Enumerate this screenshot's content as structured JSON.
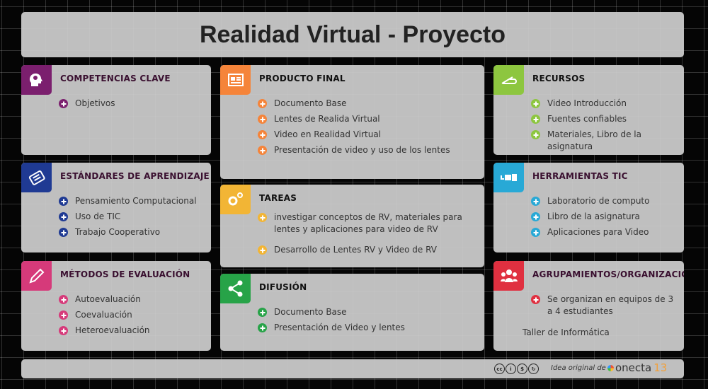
{
  "title": "Realidad Virtual - Proyecto",
  "cards": [
    {
      "id": "competencias-clave",
      "title": "COMPETENCIAS CLAVE",
      "color": "#7b1f6e",
      "icon": "head-gear-icon",
      "items": [
        "Objetivos"
      ]
    },
    {
      "id": "estandares",
      "title": "ESTÁNDARES DE APRENDIZAJE",
      "color": "#1f3a93",
      "icon": "ticket-icon",
      "items": [
        "Pensamiento Computacional",
        "Uso de TIC",
        "Trabajo Cooperativo"
      ]
    },
    {
      "id": "metodos-evaluacion",
      "title": "MÉTODOS DE EVALUACIÓN",
      "color": "#d63a7a",
      "icon": "pencil-icon",
      "items": [
        "Autoevaluación",
        "Coevaluación",
        "Heteroevaluación"
      ]
    },
    {
      "id": "producto-final",
      "title": "PRODUCTO FINAL",
      "color": "#f5843a",
      "icon": "newspaper-icon",
      "items": [
        "Documento Base",
        "Lentes de Realida Virtual",
        "Video en Realidad Virtual",
        "Presentación de video y uso de los lentes"
      ]
    },
    {
      "id": "tareas",
      "title": "TAREAS",
      "color": "#f2b535",
      "icon": "gears-icon",
      "items": [
        "investigar conceptos de RV, materiales para lentes y aplicaciones para video de RV",
        "Desarrollo de Lentes RV y Video de RV"
      ]
    },
    {
      "id": "difusion",
      "title": "DIFUSIÓN",
      "color": "#27a348",
      "icon": "share-icon",
      "items": [
        "Documento Base",
        "Presentación de Video y lentes"
      ]
    },
    {
      "id": "recursos",
      "title": "RECURSOS",
      "color": "#8dc63f",
      "icon": "safety-pin-icon",
      "items": [
        "Video Introducción",
        "Fuentes confiables",
        "Materiales, Libro de la asignatura"
      ]
    },
    {
      "id": "herramientas-tic",
      "title": "HERRAMIENTAS TIC",
      "color": "#28a9d6",
      "icon": "usb-icon",
      "items": [
        "Laboratorio de computo",
        "Libro de la asignatura",
        "Aplicaciones para Video"
      ]
    },
    {
      "id": "agrupamientos",
      "title": "AGRUPAMIENTOS/ORGANIZACIÓN",
      "color": "#e03040",
      "icon": "group-icon",
      "items": [
        "Se organizan en  equipos de 3 a 4 estudiantes"
      ],
      "note": "Taller de Informática"
    }
  ],
  "footer": {
    "license_icons": "cc-by-nc-sa-icons",
    "idea": "Idea original de",
    "logo_text": "onecta",
    "logo_num": "13"
  }
}
